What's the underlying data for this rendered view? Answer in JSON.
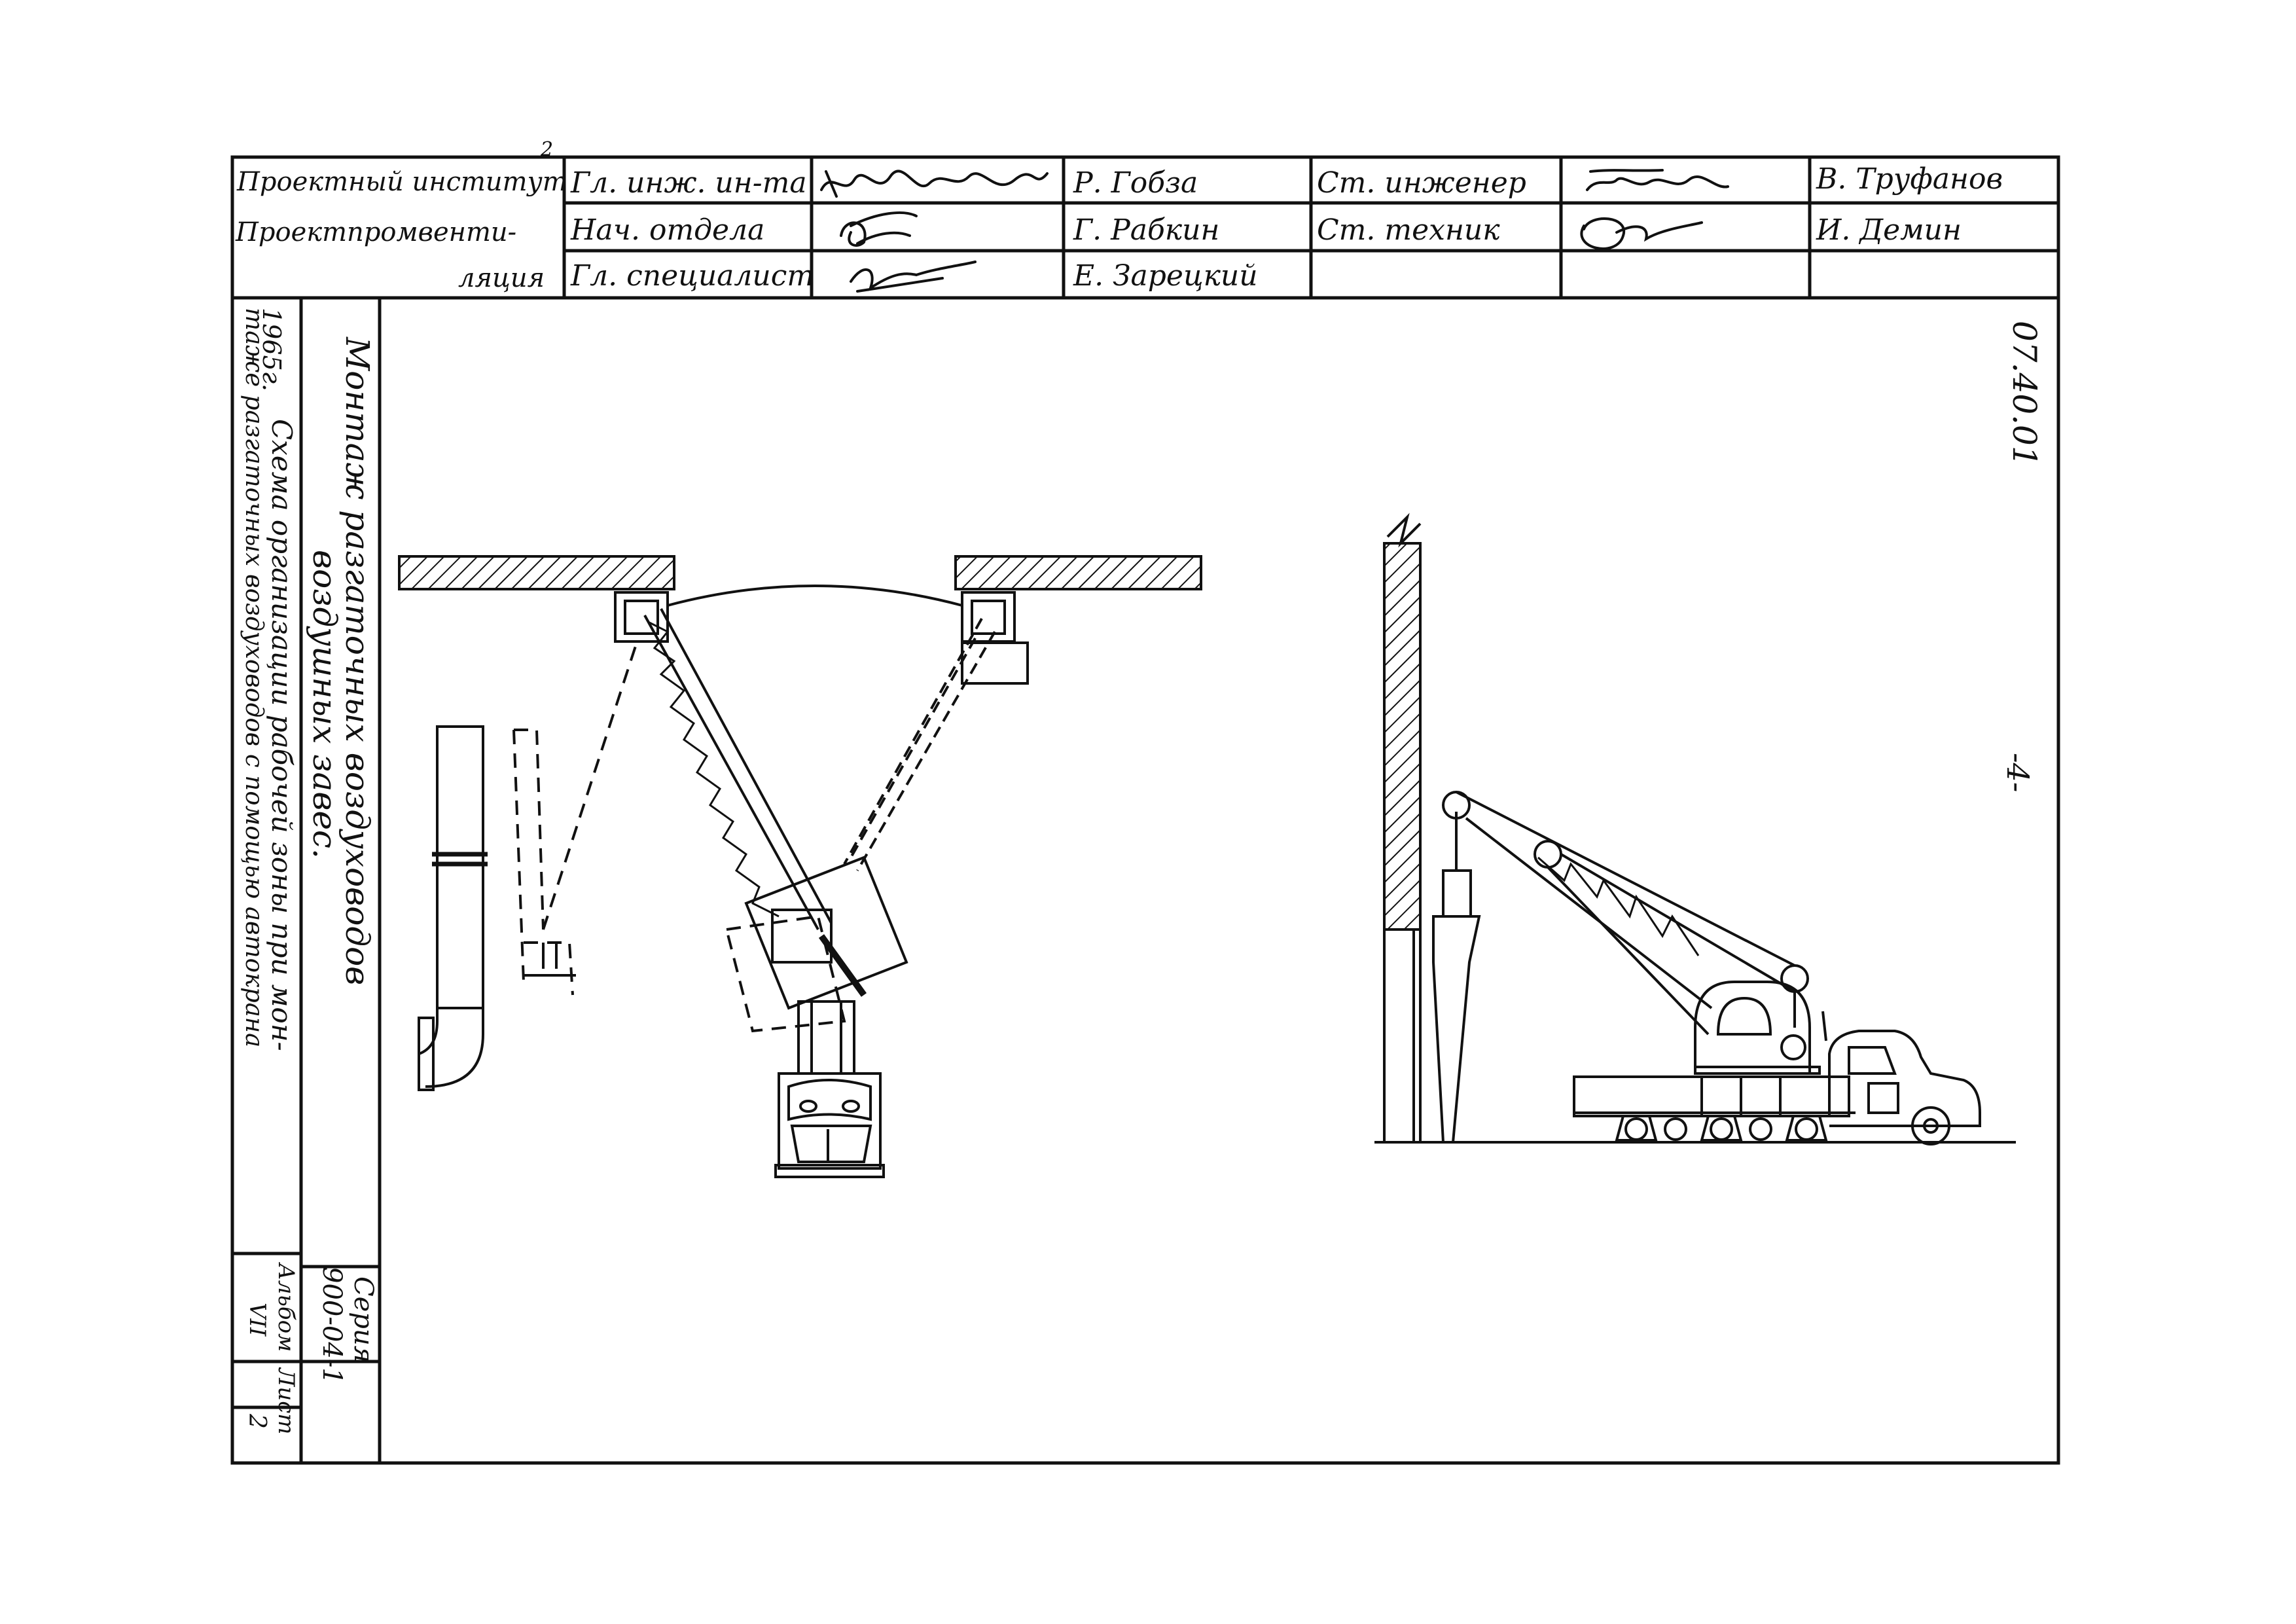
{
  "title_block": {
    "org_line1": "Проектный институт",
    "org_line2": "Проектпромвентиляция",
    "org_line2_split": [
      "Проектпромвенти-",
      "ляция"
    ],
    "roles_left": [
      "Гл. инж. ин-та",
      "Нач. отдела",
      "Гл. специалист"
    ],
    "names_left": [
      "Р. Гобза",
      "Г. Рабкин",
      "Е. Зарецкий"
    ],
    "roles_right": [
      "Ст. инженер",
      "Ст. техник"
    ],
    "names_right": [
      "В. Труфанов",
      "И. Демин"
    ],
    "index_mark": "2"
  },
  "side_block": {
    "year": "1965г.",
    "title_line1": "Монтаж разгаточных воздуховодов",
    "title_line2": "воздушных завес.",
    "subtitle_line1": "Схема организации рабочей зоны при мон-",
    "subtitle_line2": "таже разгаточных воздуховодов с помощью автокрана",
    "series_label": "Серия",
    "series_value": "900-04-1",
    "album_label": "Альбом",
    "album_value": "VII",
    "sheet_label": "Лист",
    "sheet_value": "2"
  },
  "page_number": "-4-",
  "doc_code": "07.40.01"
}
